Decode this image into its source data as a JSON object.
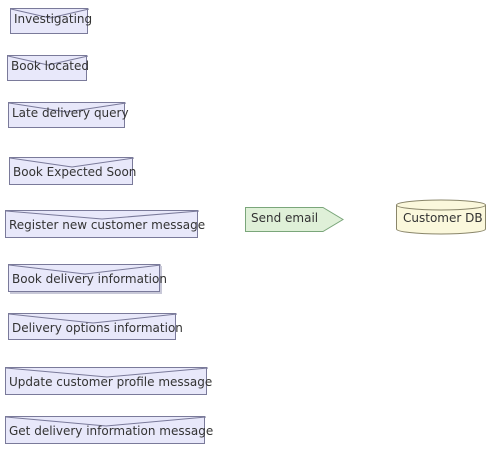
{
  "messages": [
    {
      "label": "Investigating"
    },
    {
      "label": "Book located"
    },
    {
      "label": "Late delivery query"
    },
    {
      "label": "Book Expected Soon"
    },
    {
      "label": "Register new customer message"
    },
    {
      "label": "Book delivery information"
    },
    {
      "label": "Delivery options information"
    },
    {
      "label": "Update customer profile message"
    },
    {
      "label": "Get delivery information message"
    }
  ],
  "send_email": {
    "label": "Send email"
  },
  "database": {
    "label": "Customer DB"
  },
  "colors": {
    "message_fill": "#e8e8fa",
    "message_border": "#7a7a9a",
    "send_fill": "#dff0d8",
    "send_border": "#7aa67a",
    "db_fill": "#fbf8dc",
    "db_border": "#8a866a"
  },
  "icons": [
    "envelope-icon",
    "send-arrow-icon",
    "database-cylinder-icon"
  ]
}
